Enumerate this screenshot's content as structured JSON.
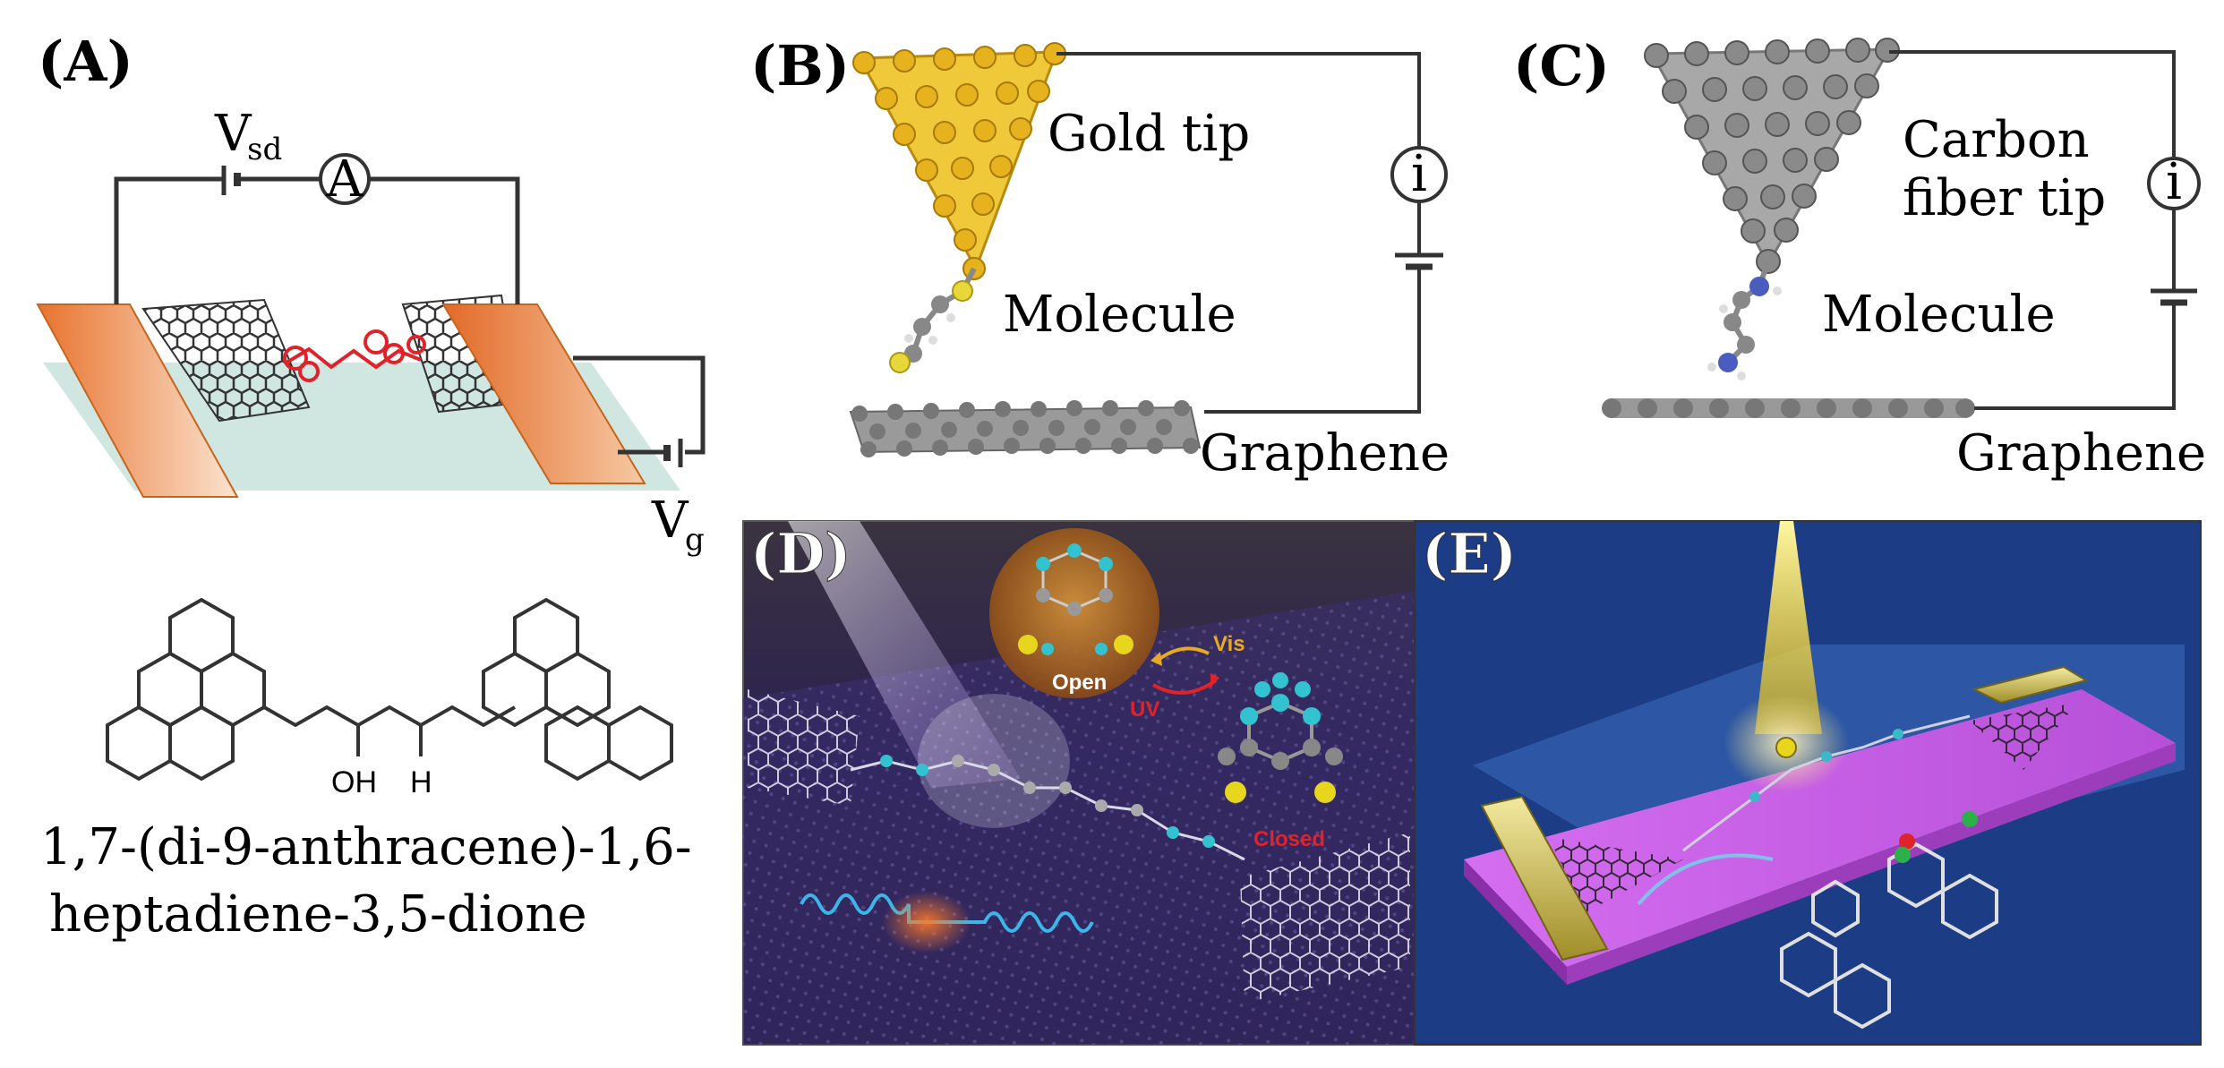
{
  "panels": {
    "a": {
      "label": "(A)",
      "vsd_main": "V",
      "vsd_sub": "sd",
      "ammeter": "A",
      "vg_main": "V",
      "vg_sub": "g",
      "chem_oh": "OH",
      "chem_h": "H",
      "caption_line1": "1,7-(di-9-anthracene)-1,6-",
      "caption_line2": "heptadiene-3,5-dione"
    },
    "b": {
      "label": "(B)",
      "tip": "Gold tip",
      "molecule": "Molecule",
      "substrate": "Graphene",
      "current": "i"
    },
    "c": {
      "label": "(C)",
      "tip_line1": "Carbon",
      "tip_line2": "fiber tip",
      "molecule": "Molecule",
      "substrate": "Graphene",
      "current": "i"
    },
    "d": {
      "label": "(D)",
      "vis": "Vis",
      "uv": "UV",
      "open": "Open",
      "closed": "Closed"
    },
    "e": {
      "label": "(E)"
    }
  },
  "colors": {
    "electrode": "#e8843e",
    "gold": "#e6b31f",
    "carbon": "#7a7a7a",
    "molecule_red": "#e0222a",
    "panel_d_bg": "#1e1830",
    "panel_e_bg": "#1a3a80"
  }
}
